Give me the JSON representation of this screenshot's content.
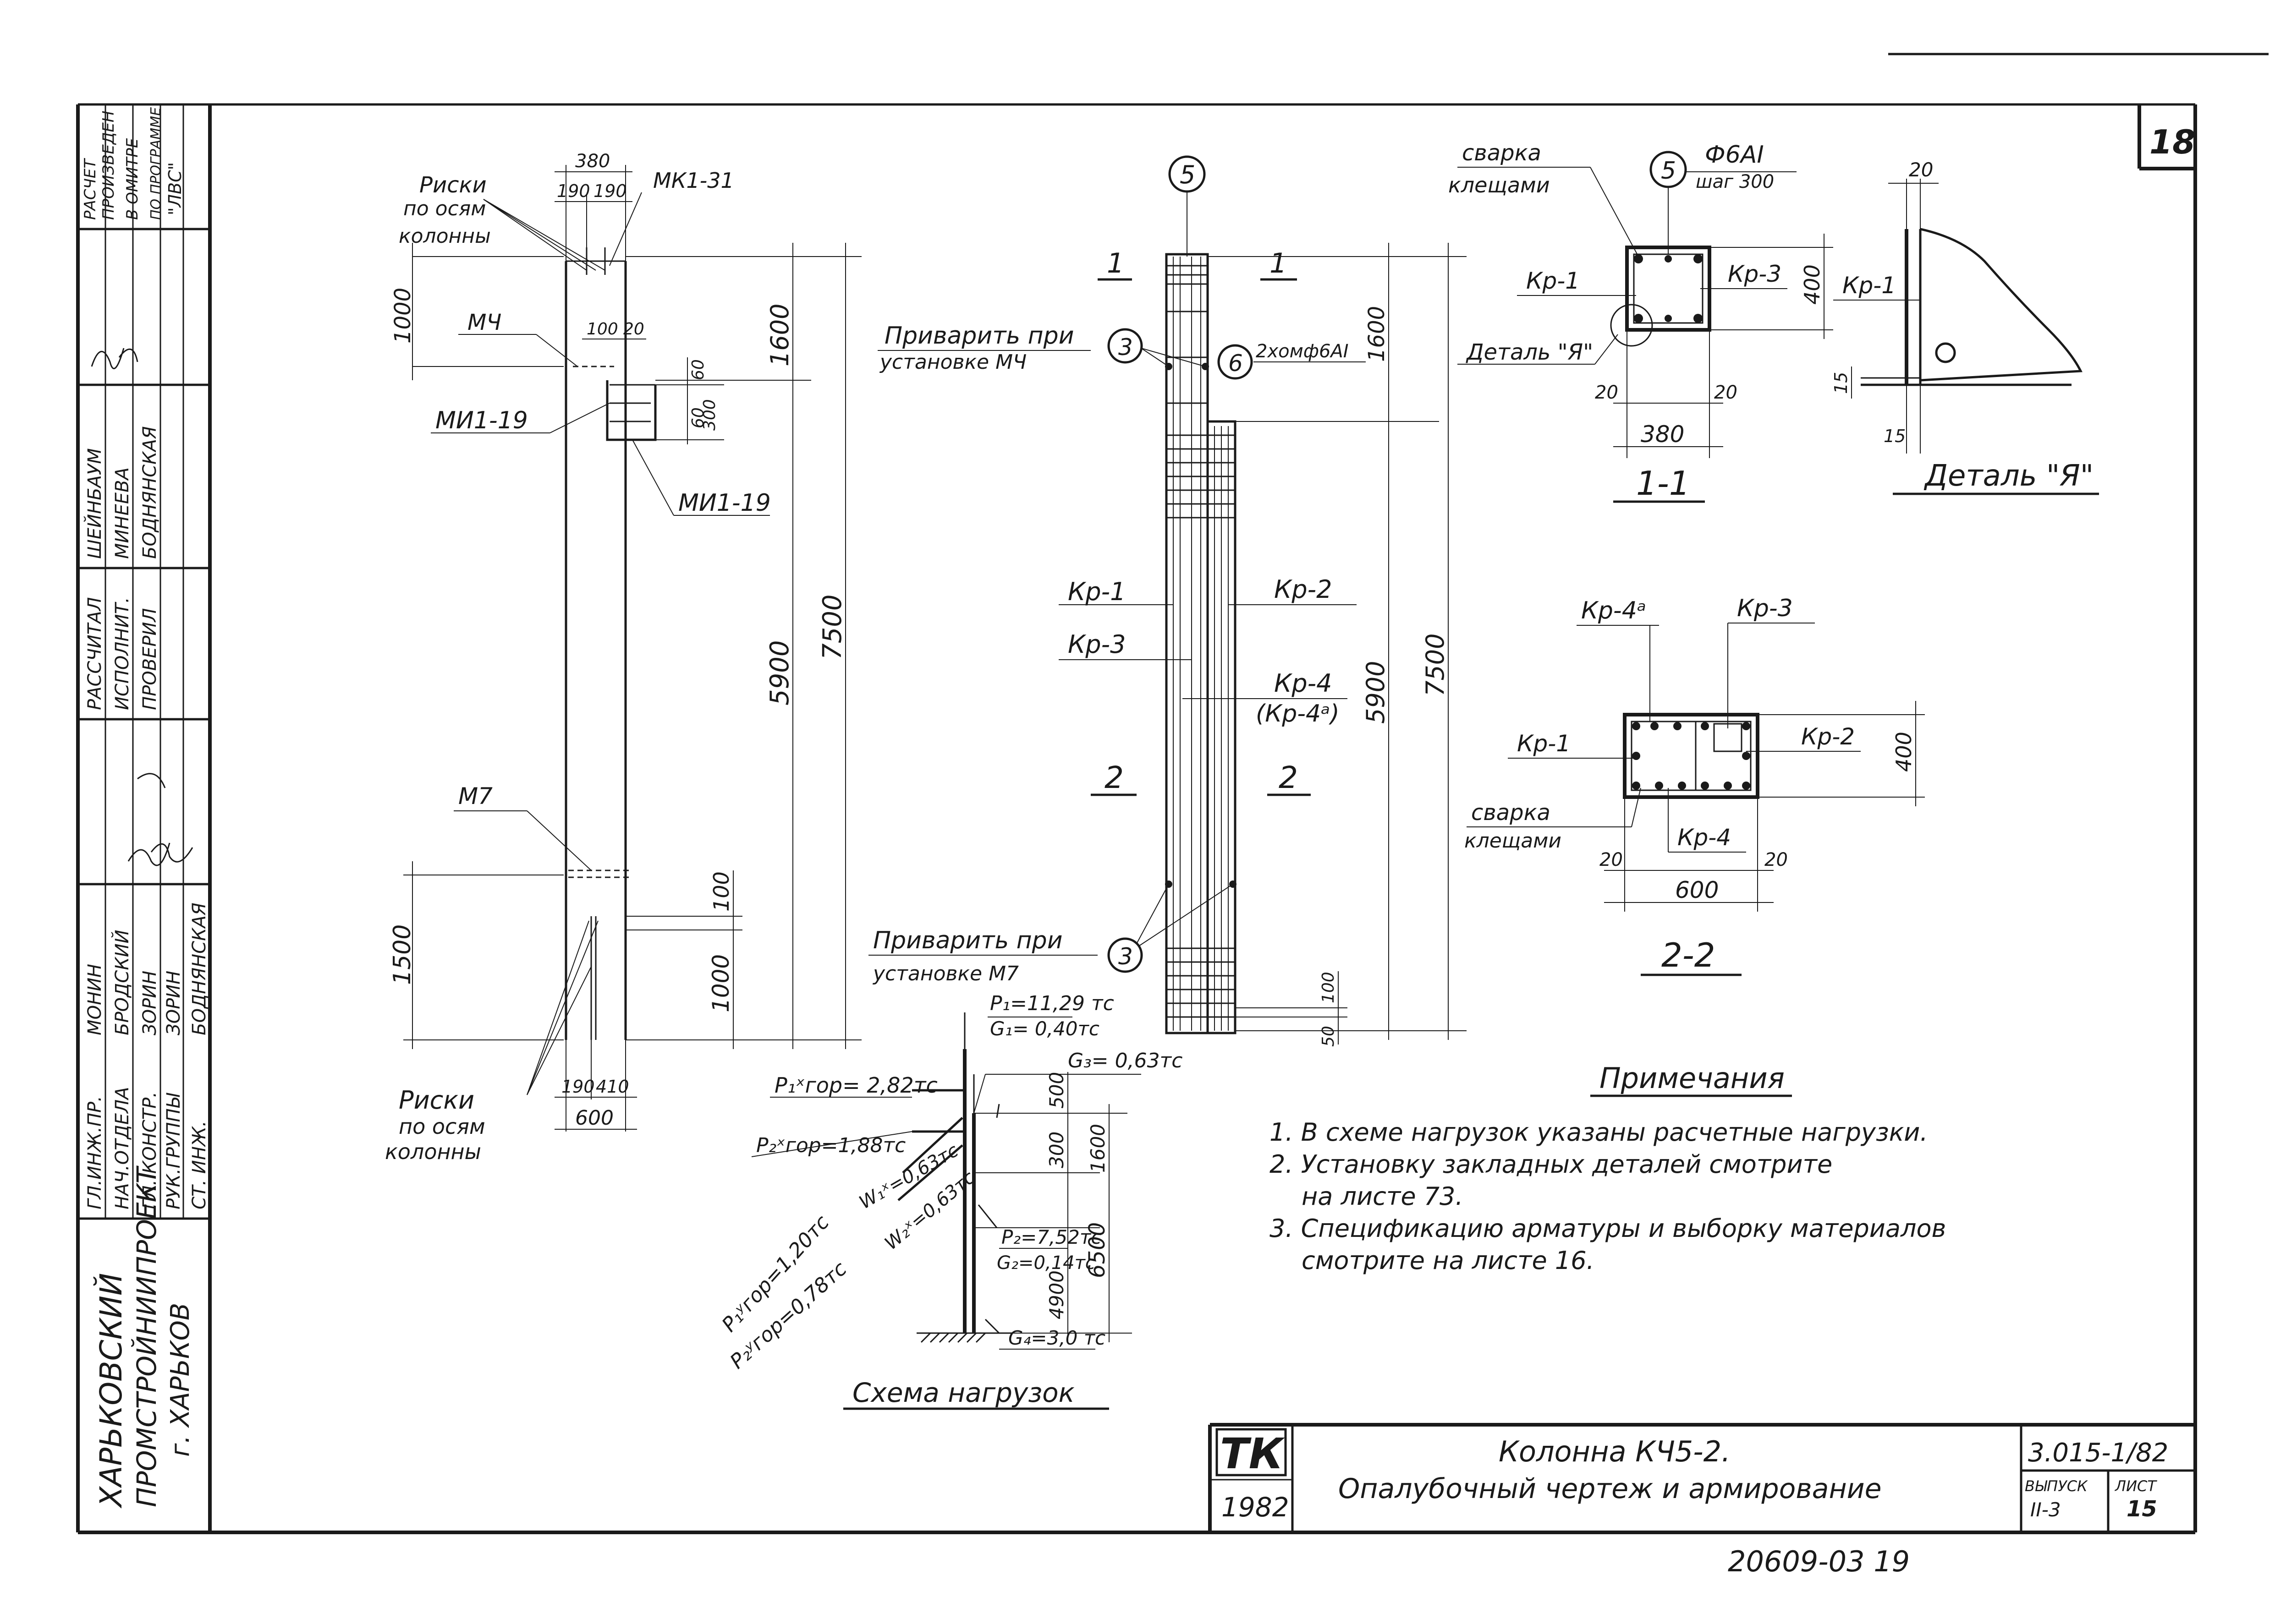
{
  "sheet": {
    "sheet_number": "18",
    "footer_number": "20609-03   19"
  },
  "stamp": {
    "org_line1": "ХАРЬКОВСКИЙ",
    "org_line2": "ПРОМСТРОЙНИИПРОЕКТ",
    "org_line3": "г. ХАРЬКОВ",
    "calc_note": [
      "РАСЧЕТ",
      "ПРОИЗВЕДЕН",
      "В ОМИТРЕ",
      "ПО ПРОГРАММЕ",
      "\"ЛВС\""
    ],
    "roles": [
      "ГЛ.ИНЖ.ПР.",
      "НАЧ.ОТДЕЛА",
      "ГЛ. КОНСТР.",
      "РУК.ГРУППЫ",
      "СТ. ИНЖ."
    ],
    "names": [
      "МОНИН",
      "БРОДСКИЙ",
      "ЗОРИН",
      "ЗОРИН",
      "БОДНЯНСКАЯ"
    ],
    "roles2": [
      "РАССЧИТАЛ",
      "ИСПОЛНИТ.",
      "ПРОВЕРИЛ"
    ],
    "names2": [
      "ШЕЙНБАУМ",
      "МИНЕЕВА",
      "БОДНЯНСКАЯ"
    ]
  },
  "title_block": {
    "logo": "ТК",
    "year": "1982",
    "title_line1": "Колонна КЧ5-2.",
    "title_line2": "Опалубочный чертеж и армирование",
    "series": "3.015-1/82",
    "issue_label": "ВЫПУСК",
    "issue_value": "II-3",
    "sheet_label": "ЛИСТ",
    "sheet_value": "15"
  },
  "formwork": {
    "risks_top": [
      "Риски",
      "по осям",
      "колонны"
    ],
    "risks_bottom": [
      "Риски",
      "по осям",
      "колонны"
    ],
    "dim_380": "380",
    "dim_190a": "190",
    "dim_190b": "190",
    "mk": "МК1-31",
    "mch": "МЧ",
    "dim_100": "100",
    "dim_20": "20",
    "dim_60a": "60",
    "dim_60b": "60",
    "dim_300": "300",
    "mi19a": "МИ1-19",
    "mi19b": "МИ1-19",
    "dim_1000a": "1000",
    "dim_1600": "1600",
    "dim_5900": "5900",
    "dim_7500": "7500",
    "m7": "М7",
    "dim_1500": "1500",
    "dim_100b": "100",
    "dim_1000b": "1000",
    "dim_190c": "190",
    "dim_410": "410",
    "dim_600": "600"
  },
  "reinforcement": {
    "axis": "5",
    "cut1": "1",
    "cut2": "2",
    "weld_mch": [
      "Приварить при",
      "установке МЧ"
    ],
    "weld_m7": [
      "Приварить при",
      "установке М7"
    ],
    "pos3": "3",
    "pos6": "6",
    "clamps": "2хомф6АI",
    "dim_1600": "1600",
    "dim_5900": "5900",
    "dim_7500": "7500",
    "dim_50": "50",
    "dim_100": "100",
    "kr1": "Кр-1",
    "kr2": "Кр-2",
    "kr3": "Кр-3",
    "kr4": "Кр-4",
    "kr4a": "(Кр-4ᵃ)"
  },
  "section11": {
    "weld": [
      "сварка",
      "клещами"
    ],
    "pos5": "5",
    "rebar": "Ф6АI",
    "step": "шаг 300",
    "kr1": "Кр-1",
    "kr3": "Кр-3",
    "detail": "Деталь \"Я\"",
    "dim_400": "400",
    "dim_20a": "20",
    "dim_20b": "20",
    "dim_380": "380",
    "title": "1-1"
  },
  "detail_ya": {
    "dim_20": "20",
    "kr1": "Кр-1",
    "dim_15a": "15",
    "dim_15b": "15",
    "title": "Деталь \"Я\""
  },
  "section22": {
    "kr4a": "Кр-4ᵃ",
    "kr3": "Кр-3",
    "kr1": "Кр-1",
    "kr2": "Кр-2",
    "kr4": "Кр-4",
    "weld": [
      "сварка",
      "клещами"
    ],
    "dim_400": "400",
    "dim_20a": "20",
    "dim_20b": "20",
    "dim_600": "600",
    "title": "2-2"
  },
  "loads": {
    "title": "Схема нагрузок",
    "p1": "P₁=11,29 тс",
    "g1": "G₁= 0,40тс",
    "g3": "G₃= 0,63тс",
    "p1x": "P₁ˣгор= 2,82тс",
    "p2x": "P₂ˣгор=1,88тс",
    "w1": "W₁ˣ=0,63тс",
    "p1y": "P₁ʸгор=1,20тс",
    "w2": "W₂ˣ=0,63тс",
    "p2y": "P₂ʸгор=0,78тс",
    "p2": "P₂=7,52тс",
    "g2": "G₂=0,14тс",
    "g4": "G₄=3,0 тс",
    "dim_500": "500",
    "dim_300": "300",
    "dim_1600": "1600",
    "dim_6500": "6500",
    "dim_4900": "4900"
  },
  "notes": {
    "title": "Примечания",
    "lines": [
      "1. В схеме нагрузок указаны расчетные нагрузки.",
      "2. Установку закладных деталей смотрите",
      "на листе 73.",
      "3. Спецификацию арматуры и выборку материалов",
      "смотрите на листе 16."
    ]
  }
}
